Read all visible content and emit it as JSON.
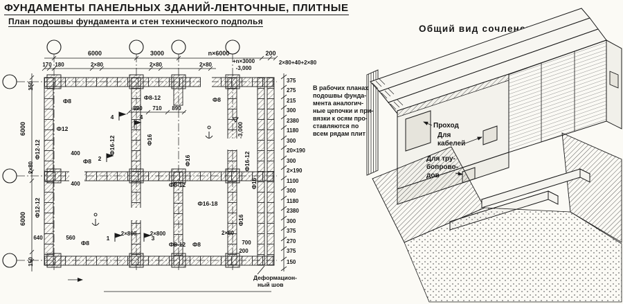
{
  "header": {
    "title": "ФУНДАМЕНТЫ ПАНЕЛЬНЫХ ЗДАНИЙ-ЛЕНТОЧНЫЕ, ПЛИТНЫЕ",
    "subtitle": "План подошвы фундамента и стен технического подполья",
    "right_title": "Общий вид сочленения стен"
  },
  "note": {
    "lines": [
      "В рабочих планах",
      "подошвы фунда-",
      "мента аналогич-",
      "ные цепочки и при-",
      "вязки к осям про-",
      "ставляются по",
      "всем рядам плит"
    ]
  },
  "plan": {
    "dims_top": [
      "6000",
      "3000",
      "n×6000",
      "200"
    ],
    "dims_top2": [
      "170",
      "180",
      "2×80",
      "2×80",
      "2×80",
      "2×80+40+2×80"
    ],
    "elev_top": [
      "+n×3000",
      "-3,000"
    ],
    "dims_left": [
      "150",
      "6000",
      "2×80",
      "6000",
      "150"
    ],
    "dims_bottom": [
      "640",
      "560"
    ],
    "dims_right": [
      "375",
      "275",
      "215",
      "300",
      "2380",
      "1180",
      "300",
      "20×190",
      "300",
      "2×190",
      "1100",
      "300",
      "1180",
      "2380",
      "300",
      "375",
      "270",
      "375",
      "150"
    ],
    "inner_dims": [
      "890",
      "710",
      "890",
      "400",
      "400",
      "2×800",
      "2×800",
      "2×80",
      "700",
      "200"
    ],
    "rebar": [
      "Ф8",
      "Ф8-12",
      "Ф8",
      "Ф12",
      "Ф16-12",
      "Ф16",
      "Ф16",
      "Ф8",
      "Ф8-12",
      "Ф16-18",
      "Ф16-12",
      "Ф16",
      "Ф16",
      "Ф8",
      "Ф8-12",
      "Ф8",
      "Ф12-12",
      "Ф12-12"
    ],
    "sections": [
      "1",
      "2",
      "3",
      "4"
    ],
    "elevation": "-3,000",
    "joint": [
      "Деформацион-",
      "ный шов"
    ]
  },
  "axon": {
    "passage": [
      "Проход",
      "Для",
      "кабелей"
    ],
    "pipes": [
      "Для тру-",
      "бопрово-",
      "дов"
    ]
  }
}
